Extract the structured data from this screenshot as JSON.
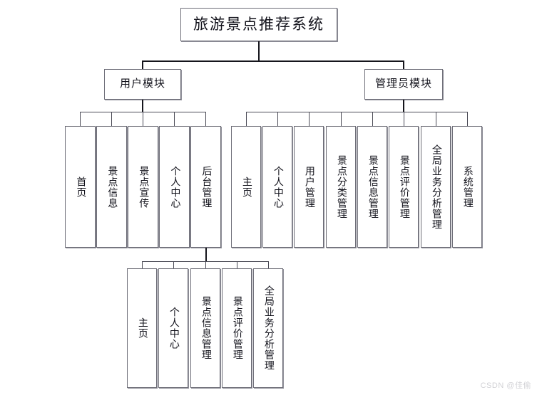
{
  "diagram": {
    "type": "hierarchy-tree",
    "title": "旅游景点推荐系统",
    "root": {
      "label": "旅游景点推荐系统"
    },
    "modules": [
      {
        "label": "用户模块"
      },
      {
        "label": "管理员模块"
      }
    ],
    "user_children": [
      {
        "label": "首页"
      },
      {
        "label": "景点信息"
      },
      {
        "label": "景点宣传"
      },
      {
        "label": "个人中心"
      },
      {
        "label": "后台管理"
      }
    ],
    "admin_children": [
      {
        "label": "主页"
      },
      {
        "label": "个人中心"
      },
      {
        "label": "用户管理"
      },
      {
        "label": "景点分类管理"
      },
      {
        "label": "景点信息管理"
      },
      {
        "label": "景点评价管理"
      },
      {
        "label": "全局业务分析管理"
      },
      {
        "label": "系统管理"
      }
    ],
    "backend_children": [
      {
        "label": "主页"
      },
      {
        "label": "个人中心"
      },
      {
        "label": "景点信息管理"
      },
      {
        "label": "景点评价管理"
      },
      {
        "label": "全局业务分析管理"
      }
    ],
    "watermark": "CSDN @佳偷",
    "colors": {
      "background": "#ffffff",
      "box_border": "#6e6e78",
      "box_shadow": "#8f8f99",
      "connector": "#15151c",
      "text": "#11111a",
      "watermark": "#d2d2d6"
    }
  }
}
